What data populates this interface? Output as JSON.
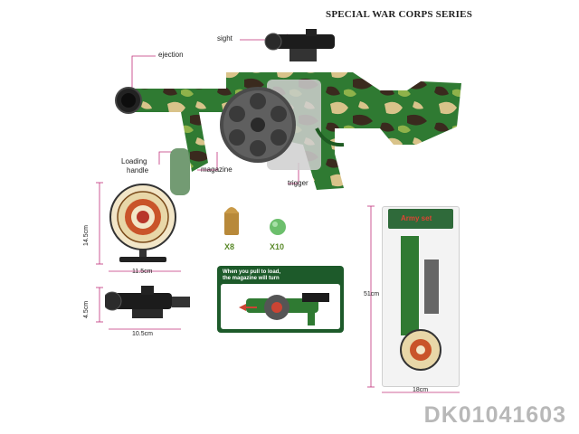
{
  "header": {
    "series_title": "SPECIAL WAR CORPS SERIES"
  },
  "callouts": {
    "sight": "sight",
    "ejection": "ejection",
    "loading_handle_line1": "Loading",
    "loading_handle_line2": "handle",
    "magazine": "magazine",
    "trigger": "trigger"
  },
  "dimensions": {
    "target_height": "14.5cm",
    "target_width": "11.5cm",
    "scope_height": "4.5cm",
    "scope_width": "10.5cm",
    "package_height": "51cm",
    "package_width": "18cm"
  },
  "ammo": {
    "bullet_qty": "X8",
    "ball_qty": "X10"
  },
  "inset": {
    "note_line1": "When you pull to load,",
    "note_line2": "the magazine will turn"
  },
  "package": {
    "label": "Army set"
  },
  "footer": {
    "sku": "DK01041603"
  },
  "colors": {
    "camo_green": "#2f7a32",
    "camo_tan": "#d9c38a",
    "camo_dark": "#3a2a1e",
    "accent_pink": "#c0307a"
  }
}
